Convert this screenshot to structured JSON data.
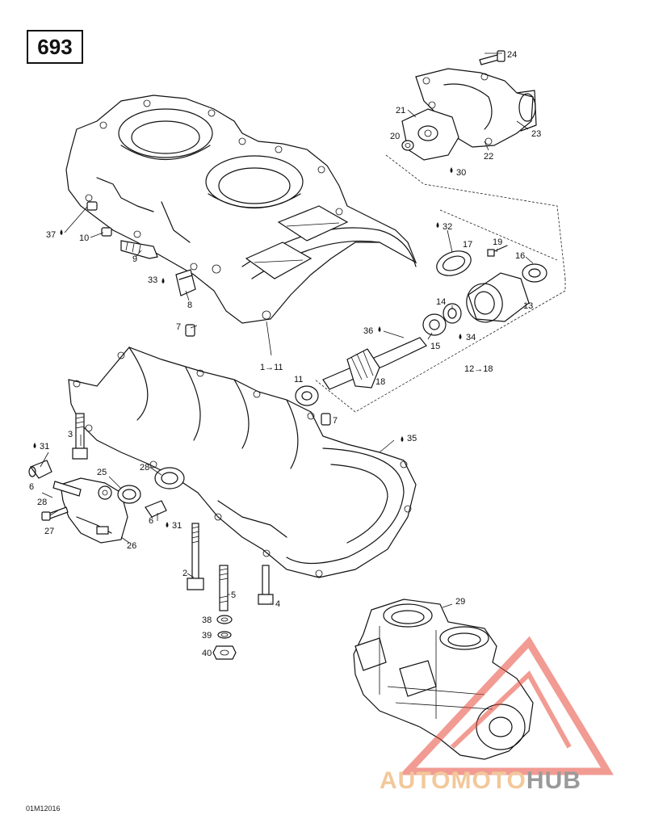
{
  "page_number": "693",
  "reference_code": "01M12016",
  "watermark": {
    "word_light": "AUTOMOTO",
    "word_dark": "HUB",
    "color_light": "#f2c89a",
    "color_dark": "#9a9a9a",
    "triangle_color": "#e74a3b"
  },
  "callouts": {
    "c24": "24",
    "c21": "21",
    "c20": "20",
    "c23": "23",
    "c22": "22",
    "c30": "30",
    "c37": "37",
    "c10": "10",
    "c9": "9",
    "c33": "33",
    "c8": "8",
    "c32": "32",
    "c17": "17",
    "c19": "19",
    "c16": "16",
    "c14": "14",
    "c13": "13",
    "c34": "34",
    "c15": "15",
    "c36": "36",
    "c7a": "7",
    "c1_11": "1→11",
    "c11": "11",
    "c18": "18",
    "c12_18": "12→18",
    "c7b": "7",
    "c3": "3",
    "c31a": "31",
    "c35": "35",
    "c25": "25",
    "c28a": "28",
    "c6a": "6",
    "c28b": "28",
    "c27": "27",
    "c6b": "6",
    "c31b": "31",
    "c26": "26",
    "c2": "2",
    "c5": "5",
    "c4": "4",
    "c38": "38",
    "c39": "39",
    "c40": "40",
    "c29": "29"
  }
}
